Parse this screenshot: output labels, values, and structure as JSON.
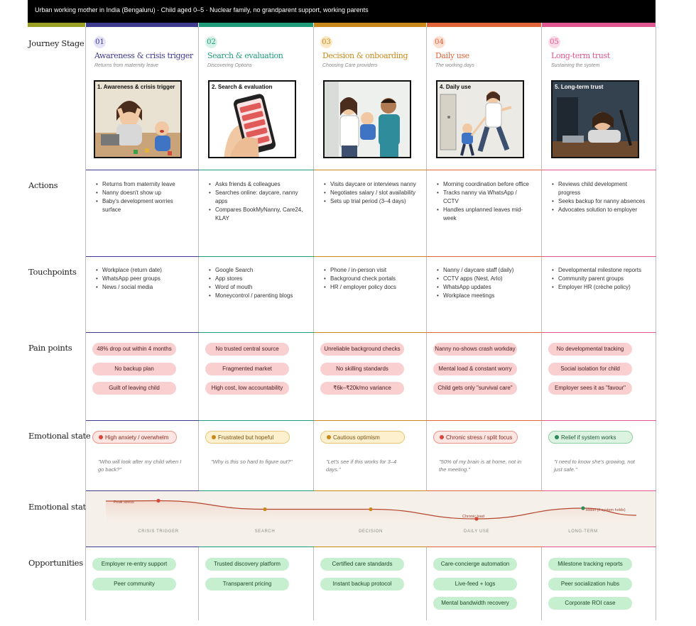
{
  "header": {
    "context": "Urban working mother in India (Bengaluru) · Child aged 0–5 · Nuclear family, no grandparent support, working parents"
  },
  "rows": {
    "journey_stage": "Journey Stage",
    "actions": "Actions",
    "touchpoints": "Touchpoints",
    "pain_points": "Pain points",
    "emotional_state": "Emotional state",
    "emotional_curve": "Emotional state",
    "opportunities": "Opportunities"
  },
  "colors": {
    "label_strip": "#9aa023",
    "stage1": "#3d3a8f",
    "stage2": "#1f9b7a",
    "stage3": "#c8891a",
    "stage4": "#e0663a",
    "stage5": "#e0568f"
  },
  "stages": [
    {
      "num": "01",
      "title": "Awareness & crisis trigger",
      "subtitle": "Returns from maternity leave",
      "illustration": "1. Awareness & crisis trigger",
      "illustration_icon": "stressed-mother-crying-baby-icon",
      "actions": [
        "Returns from maternity leave",
        "Nanny doesn't show up",
        "Baby's development worries surface"
      ],
      "touchpoints": [
        "Workplace (return date)",
        "WhatsApp peer groups",
        "News / social media"
      ],
      "pain_points": [
        "48% drop out within 4 months",
        "No backup plan",
        "Guilt of leaving child"
      ],
      "emotion": "High anxiety / overwhelm",
      "quote": "\"Who will look after my child when I go back?\"",
      "opportunities": [
        "Employer re-entry support",
        "Peer community"
      ]
    },
    {
      "num": "02",
      "title": "Search & evaluation",
      "subtitle": "Discovering Options",
      "illustration": "2. Search & evaluation",
      "illustration_icon": "phone-search-icon",
      "actions": [
        "Asks friends & colleagues",
        "Searches online: daycare, nanny apps",
        "Compares BookMyNanny, Care24, KLAY"
      ],
      "touchpoints": [
        "Google Search",
        "App stores",
        "Word of mouth",
        "Moneycontrol / parenting blogs"
      ],
      "pain_points": [
        "No trusted central source",
        "Fragmented market",
        "High cost, low accountability"
      ],
      "emotion": "Frustrated but hopeful",
      "quote": "\"Why is this so hard to figure out?\"",
      "opportunities": [
        "Trusted discovery platform",
        "Transparent pricing"
      ]
    },
    {
      "num": "03",
      "title": "Decision & onboarding",
      "subtitle": "Choosing Care providers",
      "illustration": "",
      "illustration_icon": "handover-to-caregiver-icon",
      "actions": [
        "Visits daycare or interviews nanny",
        "Negotiates salary / slot availability",
        "Sets up trial period (3–4 days)"
      ],
      "touchpoints": [
        "Phone / in-person visit",
        "Background check portals",
        "HR / employer policy docs"
      ],
      "pain_points": [
        "Unreliable background checks",
        "No skilling standards",
        "₹6k–₹20k/mo variance"
      ],
      "emotion": "Cautious optimism",
      "quote": "\"Let's see if this works for 3–4 days.\"",
      "opportunities": [
        "Certified care standards",
        "Instant backup protocol"
      ]
    },
    {
      "num": "04",
      "title": "Daily use",
      "subtitle": "The working days",
      "illustration": "4. Daily use",
      "illustration_icon": "mother-rushing-with-child-icon",
      "actions": [
        "Morning coordination before office",
        "Tracks nanny via WhatsApp / CCTV",
        "Handles unplanned leaves mid-week"
      ],
      "touchpoints": [
        "Nanny / daycare staff (daily)",
        "CCTV apps (Nest, Arlo)",
        "WhatsApp updates",
        "Workplace meetings"
      ],
      "pain_points": [
        "Nanny no-shows crash workday",
        "Mental load & constant worry",
        "Child gets only \"survival care\""
      ],
      "emotion": "Chronic stress / split focus",
      "quote": "\"50% of my brain is at home, not in the meeting.\"",
      "opportunities": [
        "Care-concierge automation",
        "Live-feed + logs",
        "Mental bandwidth recovery"
      ]
    },
    {
      "num": "05",
      "title": "Long-term trust",
      "subtitle": "Sustaining the system",
      "illustration": "5. Long-term trust",
      "illustration_icon": "tired-mother-at-desk-icon",
      "actions": [
        "Reviews child development progress",
        "Seeks backup for nanny absences",
        "Advocates solution to employer"
      ],
      "touchpoints": [
        "Developmental milestone reports",
        "Community parent groups",
        "Employer HR (crèche policy)"
      ],
      "pain_points": [
        "No developmental tracking",
        "Social isolation for child",
        "Employer sees it as \"favour\""
      ],
      "emotion": "Relief if system works",
      "quote": "\"I need to know she's growing, not just safe.\"",
      "opportunities": [
        "Milestone tracking reports",
        "Peer socialization hubs",
        "Corporate ROI case"
      ]
    }
  ],
  "emotion_colors": [
    {
      "dot": "#d9473a",
      "bg": "#fde6e1",
      "border": "#e9948a",
      "text": "#8a2a22"
    },
    {
      "dot": "#c8891a",
      "bg": "#fdf0cf",
      "border": "#e7c776",
      "text": "#7a5410"
    },
    {
      "dot": "#c8891a",
      "bg": "#fdf0cf",
      "border": "#e7c776",
      "text": "#7a5410"
    },
    {
      "dot": "#d9473a",
      "bg": "#fde6e1",
      "border": "#e9948a",
      "text": "#8a2a22"
    },
    {
      "dot": "#2e8b57",
      "bg": "#dcf3e2",
      "border": "#8fcea3",
      "text": "#1f5a35"
    }
  ],
  "curve": {
    "axis_labels": [
      "CRISIS TRIGGER",
      "SEARCH",
      "DECISION",
      "DAILY USE",
      "LONG-TERM"
    ],
    "annotations": [
      "Peak stress",
      "Chronic load",
      "Relief (if system holds)"
    ],
    "chart_data": {
      "type": "line",
      "categories": [
        "CRISIS TRIGGER",
        "SEARCH",
        "DECISION",
        "DAILY USE",
        "LONG-TERM"
      ],
      "values": [
        0.95,
        0.55,
        0.55,
        0.1,
        0.6
      ],
      "annotations": [
        "Peak stress",
        "Chronic load",
        "Relief (if system holds)"
      ]
    }
  }
}
